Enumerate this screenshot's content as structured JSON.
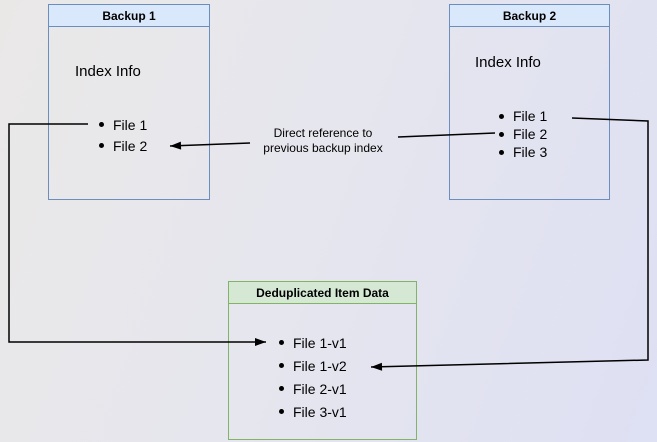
{
  "diagram": {
    "boxes": {
      "backup1": {
        "title": "Backup 1",
        "subtitle": "Index Info",
        "items": [
          "File 1",
          "File 2"
        ]
      },
      "backup2": {
        "title": "Backup 2",
        "subtitle": "Index Info",
        "items": [
          "File 1",
          "File 2",
          "File 3"
        ]
      },
      "dedup": {
        "title": "Deduplicated Item Data",
        "items": [
          "File 1-v1",
          "File 1-v2",
          "File 2-v1",
          "File 3-v1"
        ]
      }
    },
    "edges": {
      "direct_reference": {
        "from": "Backup 2 / File 2",
        "to": "Backup 1 / File 2",
        "label": "Direct reference to\nprevious backup index"
      },
      "backup1_to_dedup": {
        "from": "Backup 1 / File 1",
        "to": "Deduplicated Item Data / File 1-v1"
      },
      "backup2_to_dedup": {
        "from": "Backup 2 / File 1",
        "to": "Deduplicated Item Data / File 1-v2"
      }
    },
    "colors": {
      "blue_fill": "#dae8fc",
      "blue_border": "#6c8ebf",
      "green_fill": "#d5e8d4",
      "green_border": "#82b366",
      "line": "#000000",
      "bg_left": "#eae8e7",
      "bg_right": "#dee0f3"
    }
  }
}
